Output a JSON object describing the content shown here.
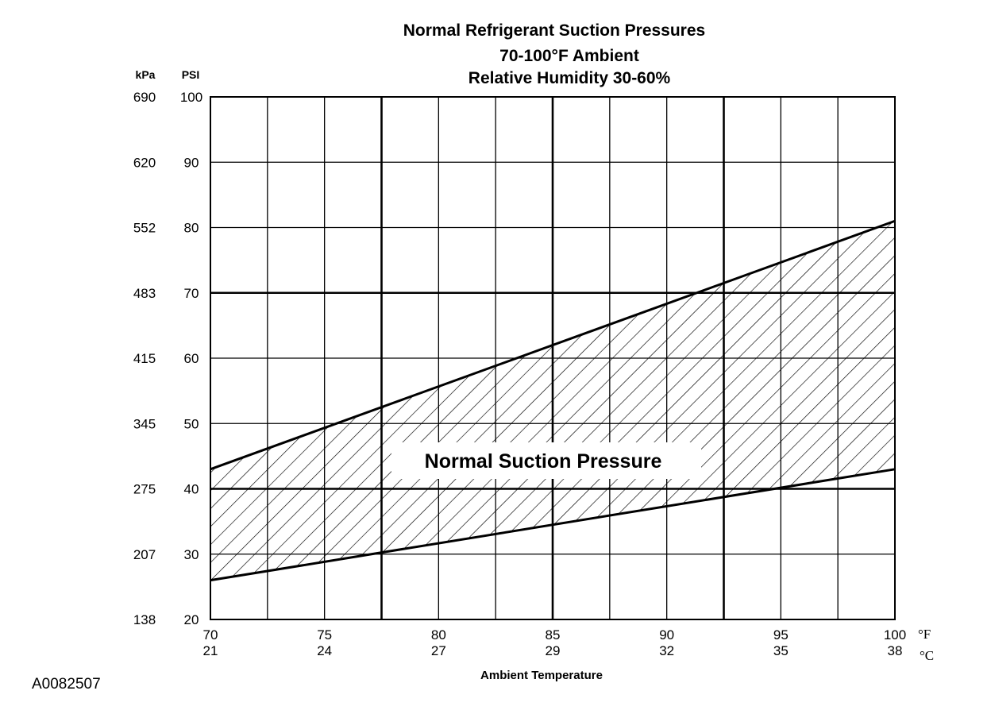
{
  "figure_id": "A0082507",
  "chart_data": {
    "type": "area",
    "title": "Normal Refrigerant Suction Pressures",
    "subtitle_lines": [
      "70-100°F Ambient",
      "Relative Humidity 30-60%"
    ],
    "xlabel": "Ambient Temperature",
    "x_unit_f": "°F",
    "x_unit_c": "°C",
    "y_unit_left": "kPa",
    "y_unit_right": "PSI",
    "xlim": [
      70,
      100
    ],
    "ylim": [
      20,
      100
    ],
    "x_ticks_f": [
      "70",
      "75",
      "80",
      "85",
      "90",
      "95",
      "100"
    ],
    "x_ticks_c": [
      "21",
      "24",
      "27",
      "29",
      "32",
      "35",
      "38"
    ],
    "y_ticks_psi": [
      "100",
      "90",
      "80",
      "70",
      "60",
      "50",
      "40",
      "30",
      "20"
    ],
    "y_ticks_kpa": [
      "690",
      "620",
      "552",
      "483",
      "415",
      "345",
      "275",
      "207",
      "138"
    ],
    "grid": true,
    "band_label": "Normal Suction Pressure",
    "series": [
      {
        "name": "",
        "role": "upper",
        "x": [
          70,
          100
        ],
        "y": [
          43,
          81
        ]
      },
      {
        "name": "",
        "role": "lower",
        "x": [
          70,
          100
        ],
        "y": [
          26,
          43
        ]
      }
    ]
  }
}
